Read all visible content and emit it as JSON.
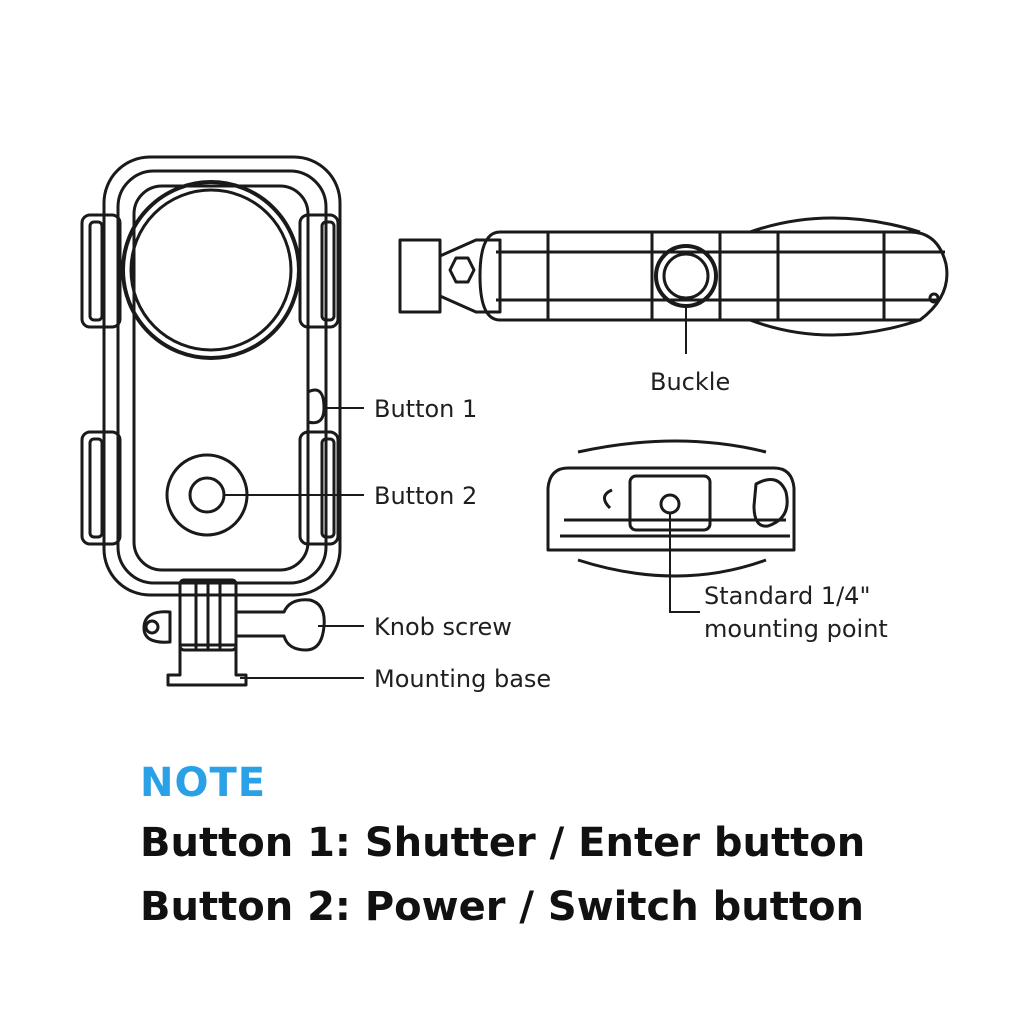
{
  "callouts": {
    "button1": "Button 1",
    "button2": "Button 2",
    "knob_screw": "Knob screw",
    "mounting_base": "Mounting base",
    "buckle": "Buckle",
    "mount_point_line1": "Standard 1/4\"",
    "mount_point_line2": "mounting point"
  },
  "note": {
    "heading": "NOTE",
    "lines": [
      "Button 1: Shutter / Enter button",
      "Button 2: Power / Switch button"
    ]
  },
  "colors": {
    "note_heading": "#2aa0e6",
    "line_art": "#1a1a1a",
    "text": "#111111"
  }
}
